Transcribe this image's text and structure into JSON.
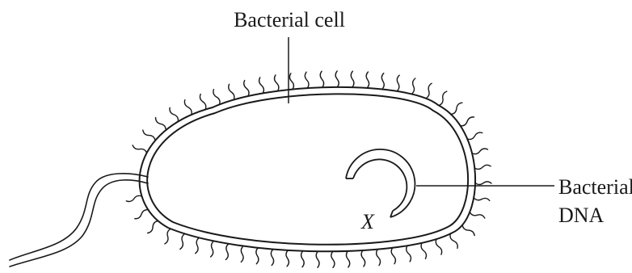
{
  "labels": {
    "cell": "Bacterial cell",
    "dna_line1": "Bacterial",
    "dna_line2": "DNA",
    "x_marker": "X"
  },
  "colors": {
    "ink": "#1a1a1a",
    "background": "#ffffff"
  }
}
